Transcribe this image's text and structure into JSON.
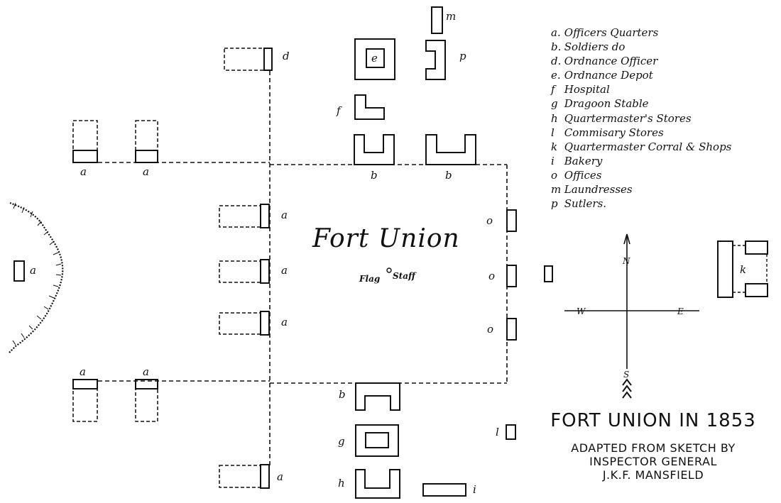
{
  "title": "FORT UNION IN 1853",
  "subtitle_lines": [
    "ADAPTED FROM SKETCH BY",
    "INSPECTOR GENERAL",
    "J.K.F. MANSFIELD"
  ],
  "fort_label": "Fort Union",
  "flagstaff": {
    "left": "Flag",
    "right": "Staff"
  },
  "compass": {
    "n": "N",
    "s": "S",
    "e": "E",
    "w": "W"
  },
  "legend": [
    {
      "key": "a.",
      "label": "Officers Quarters"
    },
    {
      "key": "b.",
      "label": "Soldiers do"
    },
    {
      "key": "d.",
      "label": "Ordnance Officer"
    },
    {
      "key": "e.",
      "label": "Ordnance Depot"
    },
    {
      "key": "f",
      "label": "Hospital"
    },
    {
      "key": "g",
      "label": "Dragoon Stable"
    },
    {
      "key": "h",
      "label": "Quartermaster's Stores"
    },
    {
      "key": "l",
      "label": "Commisary Stores"
    },
    {
      "key": "k",
      "label": "Quartermaster Corral & Shops"
    },
    {
      "key": "i",
      "label": "Bakery"
    },
    {
      "key": "o",
      "label": "Offices"
    },
    {
      "key": "m",
      "label": "Laundresses"
    },
    {
      "key": "p",
      "label": "Sutlers."
    }
  ],
  "building_letters": {
    "a": "a",
    "b": "b",
    "d": "d",
    "e": "e",
    "f": "f",
    "g": "g",
    "h": "h",
    "i": "i",
    "k": "k",
    "l": "l",
    "m": "m",
    "o": "o",
    "p": "p"
  },
  "colors": {
    "ink": "#111111",
    "paper": "#ffffff"
  }
}
